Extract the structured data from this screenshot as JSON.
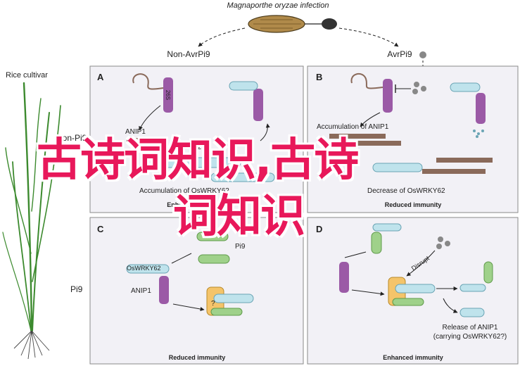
{
  "title": "Magnaporthe oryzae infection",
  "branches": {
    "left": "Non-AvrPi9",
    "right": "AvrPi9"
  },
  "cultivar_label": "Rice cultivar",
  "row_labels": {
    "top": "Non-Pi9",
    "bottom": "Pi9"
  },
  "panels": {
    "A": {
      "letter": "A",
      "caption": "Enhanced immunity",
      "labels": [
        "ANIP1",
        "OsWRKY62",
        "Accumulation of OsWRKY62"
      ]
    },
    "B": {
      "letter": "B",
      "caption": "Reduced immunity",
      "labels": [
        "Accumulation of ANIP1",
        "Decrease of OsWRKY62"
      ]
    },
    "C": {
      "letter": "C",
      "caption": "Reduced immunity",
      "labels": [
        "OsWRKY62",
        "ANIP1",
        "Pi9"
      ]
    },
    "D": {
      "letter": "D",
      "caption": "Enhanced immunity",
      "labels": [
        "Disrupt",
        "Release of ANIP1",
        "(carrying OsWRKY62?)"
      ]
    }
  },
  "proteasome_label": "26S",
  "question_mark": "?",
  "overlay": {
    "line1": "古诗词知识,古诗",
    "line2": "词知识"
  },
  "colors": {
    "panel_bg": "#f2f1f6",
    "panel_border": "#8a8a8a",
    "proteasome": "#9b5aa6",
    "wrky": "#bfe3ec",
    "anip1": "#8a6a5a",
    "pi9": "#9fd18a",
    "avr": "#777777",
    "overlay_text": "#e8185a"
  }
}
